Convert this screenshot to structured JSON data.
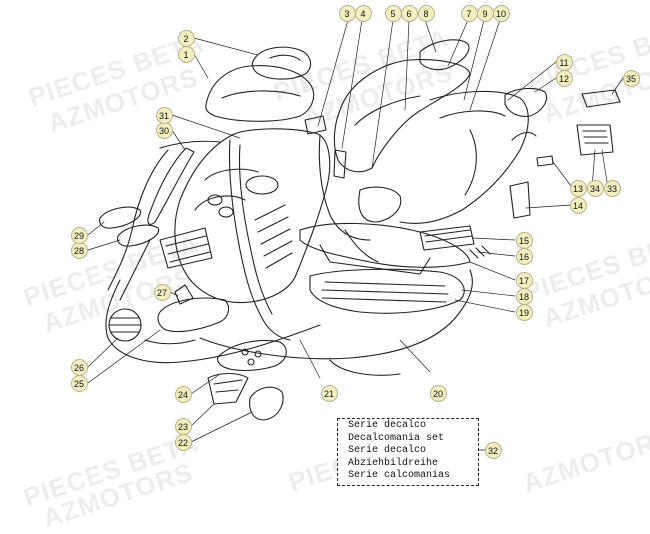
{
  "watermarks": [
    {
      "text": "PIECES BETA"
    },
    {
      "text": "AZMOTORS"
    },
    {
      "text": "PIECES BETA"
    },
    {
      "text": "AZMOTORS"
    },
    {
      "text": "PIECES BETA"
    },
    {
      "text": "AZMOTORS"
    },
    {
      "text": "PIECES BETA"
    },
    {
      "text": "AZMOTORS"
    },
    {
      "text": "PIECES BETA"
    },
    {
      "text": "AZMOTORS"
    },
    {
      "text": "PIECES BETA"
    },
    {
      "text": "AZMOTORS"
    },
    {
      "text": "PIECES BETA"
    },
    {
      "text": "AZMOTORS"
    }
  ],
  "callouts": [
    "1",
    "2",
    "3",
    "4",
    "5",
    "6",
    "7",
    "8",
    "9",
    "10",
    "11",
    "12",
    "13",
    "14",
    "15",
    "16",
    "17",
    "18",
    "19",
    "20",
    "21",
    "22",
    "23",
    "24",
    "25",
    "26",
    "27",
    "28",
    "29",
    "30",
    "31",
    "32",
    "33",
    "34",
    "35"
  ],
  "legend": {
    "lines": [
      "Serie decalco",
      "Decalcomania set",
      "Serie decalco",
      "Abziehbildreihe",
      "Serie calcomanias"
    ]
  },
  "colors": {
    "callout_fill": "#f3efc0",
    "line": "#222222",
    "watermark": "#e8e8e8"
  }
}
